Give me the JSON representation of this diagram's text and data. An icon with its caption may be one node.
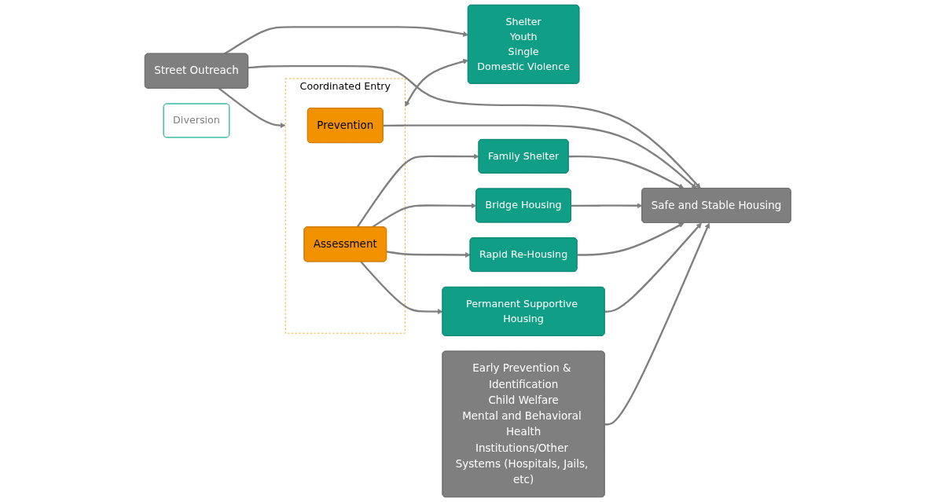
{
  "diagram": {
    "nodes": [
      {
        "text": [
          "Street Outreach"
        ]
      },
      {
        "text": [
          "Coordinated Entry"
        ]
      },
      {
        "text": [
          "Prevention"
        ],
        "in": 1
      },
      {
        "text": [
          "Assessment"
        ],
        "in": 1
      },
      {
        "text": [
          "Shelter",
          "Youth",
          "Single",
          "Domestic Violence"
        ]
      },
      {
        "text": [
          "Family Shelter"
        ]
      },
      {
        "text": [
          "Bridge Housing"
        ]
      },
      {
        "text": [
          "Rapid Re-Housing"
        ]
      },
      {
        "text": [
          "Permanent Supportive Housing"
        ]
      },
      {
        "text": [
          "Safe and Stable Housing"
        ]
      },
      {
        "text": [
          "Early Prevention & Identification",
          "Child Welfare",
          "Mental and Behavioral Health",
          "Institutions/Other Systems (Hospitals, Jails, etc)"
        ]
      },
      {
        "text": [
          "Diversion"
        ]
      }
    ],
    "edges": [
      {
        "from": 0,
        "to": 9,
        "arrow": "to"
      },
      {
        "from": 0,
        "to": 1,
        "arrow": "to"
      },
      {
        "from": 2,
        "to": 9,
        "arrow": "to"
      },
      {
        "from": 3,
        "to": 5,
        "arrow": "to"
      },
      {
        "from": 3,
        "to": 6,
        "arrow": "to"
      },
      {
        "from": 3,
        "to": 7,
        "arrow": "to"
      },
      {
        "from": 3,
        "to": 8,
        "arrow": "to"
      },
      {
        "from": 5,
        "to": 9,
        "arrow": "to"
      },
      {
        "from": 6,
        "to": 9,
        "arrow": "to"
      },
      {
        "from": 7,
        "to": 9,
        "arrow": "to"
      },
      {
        "from": 8,
        "to": 9,
        "arrow": "to"
      },
      {
        "from": 1,
        "to": 4,
        "arrow": "both"
      },
      {
        "from": 0,
        "to": 4,
        "arrow": "to"
      },
      {
        "from": 10,
        "to": 9,
        "arrow": "to"
      }
    ]
  }
}
